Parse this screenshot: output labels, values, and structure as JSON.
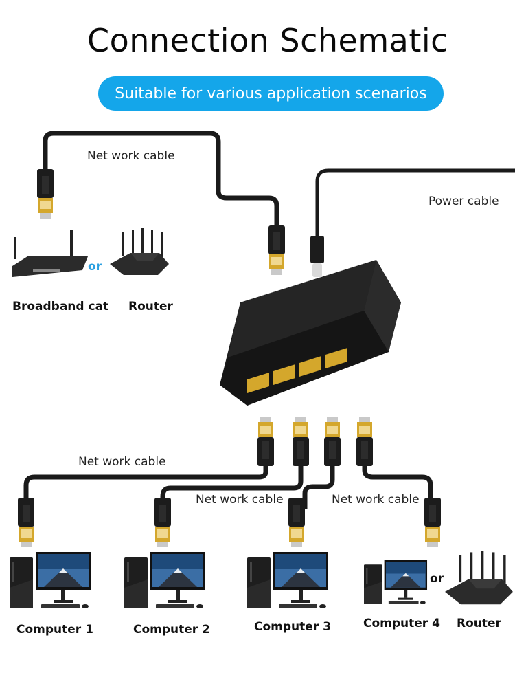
{
  "title": "Connection Schematic",
  "subtitle": "Suitable for various application scenarios",
  "colors": {
    "accent": "#14a6ea",
    "or_blue": "#2a9fe0",
    "cable": "#1a1a1a",
    "connector_gold": "#d4a72c",
    "switch_body": "#1c1c1c"
  },
  "top": {
    "network_cable_label": "Net work  cable",
    "power_cable_label": "Power cable",
    "devices": [
      {
        "label": "Broadband cat",
        "icon": "modem-icon"
      },
      {
        "label": "Router",
        "icon": "router-icon"
      }
    ],
    "or_label": "or"
  },
  "switch": {
    "icon": "network-switch-icon",
    "ports": 4
  },
  "bottom": {
    "cable_labels": [
      "Net work  cable",
      "Net work  cable",
      "Net work  cable"
    ],
    "devices": [
      {
        "label": "Computer 1",
        "icon": "desktop-computer-icon"
      },
      {
        "label": "Computer 2",
        "icon": "desktop-computer-icon"
      },
      {
        "label": "Computer 3",
        "icon": "desktop-computer-icon"
      },
      {
        "label": "Computer 4",
        "icon": "desktop-computer-icon"
      },
      {
        "label": "Router",
        "icon": "router-icon"
      }
    ],
    "or_label": "or"
  }
}
